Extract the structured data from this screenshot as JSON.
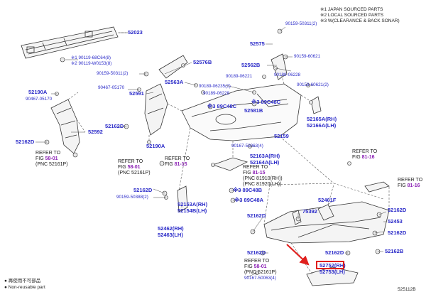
{
  "notes": {
    "n1": "※1  JAPAN SOURCED PARTS",
    "n2": "※2  LOCAL SOURCED PARTS",
    "n3": "※3  W(CLEARANCE & BACK SONAR)"
  },
  "legend": {
    "line1": "● 再使用不可部品",
    "line2": "● Non-reusable part"
  },
  "diagram_code": "525112B",
  "parts": {
    "p52023": "52023",
    "p90119_68c64": "※1 90119-68C64(8)",
    "p90119_w0153": "※2 90119-W0153(8)",
    "p90159_50311a": "90159-50311(2)",
    "p52576b": "52576B",
    "p90467_05170a": "90467-05170",
    "p52591": "52591",
    "p52563a": "52563A",
    "p90189_06221a": "90189-06221",
    "p90189_06235": "90189-06235(2)",
    "p90189_06228a": "90189-06228",
    "p52190a_a": "52190A",
    "p90467_05170b": "90467-05170",
    "p52162d_a": "52162D",
    "p52592": "52592",
    "p52162d_b": "52162D",
    "p52190a_b": "52190A",
    "p90159_50311b": "90159-50311(2)",
    "p52575": "52575",
    "p52562b": "52562B",
    "p90159_60621a": "90159-60621",
    "p90189_06221b": "90189-06221",
    "p90189_06228b": "90189-06228",
    "p90159_60621b": "90159-60621(2)",
    "p3_89c48c_a": "※3 89C48C",
    "p52581b": "52581B",
    "p3_89c48c_b": "※3 89C48C",
    "p52165a": "52165A(RH)",
    "p52166a": "52166A(LH)",
    "p52159": "52159",
    "p90167_50063a": "90167-50063(4)",
    "p52163a": "52163A(RH)",
    "p52164a": "52164A(LH)",
    "p52162d_c": "52162D",
    "p90159_50388": "90159-50388(2)",
    "p52153a": "52153A(RH)",
    "p52154b": "52154B(LH)",
    "p3_89c48b": "※3 89C48B",
    "p3_89c48a": "※3 89C48A",
    "p52461f": "52461F",
    "p75392": "75392",
    "p52162d_d": "52162D",
    "p52462": "52462(RH)",
    "p52463": "52463(LH)",
    "p52162d_e": "52162D",
    "p52162d_f": "52162D",
    "p52752": "52752(RH)",
    "p52753": "52753(LH)",
    "p90167_50063b": "90167-50063(4)",
    "p52162d_g": "52162D",
    "p52453": "52453",
    "p52162d_h": "52162D",
    "p52162b": "52162B"
  },
  "refs": {
    "r1": {
      "line1": "REFER TO",
      "fig": "FIG ",
      "link": "58-01",
      "pnc": "(PNC 52161P)"
    },
    "r2": {
      "line1": "REFER TO",
      "fig": "FIG ",
      "link": "81-15",
      "pnc": ""
    },
    "r3": {
      "line1": "REFER TO",
      "fig": "FIG ",
      "link": "81-15",
      "pnc": "(PNC 81910(RH))",
      "pnc2": "(PNC 81920(LH))"
    },
    "r4": {
      "line1": "REFER TO",
      "fig": "FIG ",
      "link": "81-16",
      "pnc": ""
    },
    "r5": {
      "line1": "REFER TO",
      "fig": "FIG ",
      "link": "81-16",
      "pnc": ""
    },
    "r6": {
      "line1": "REFER TO",
      "fig": "FIG ",
      "link": "58-01",
      "pnc": "(PNC 52161P)"
    },
    "r7": {
      "line1": "REFER TO",
      "fig": "FIG ",
      "link": "58-01",
      "pnc": "(PNC 52161P)"
    }
  },
  "colors": {
    "pnc_blue": "#2a2ac8",
    "ref_purple": "#8a1fb4",
    "highlight_red": "#e0201e",
    "line": "#333333"
  }
}
